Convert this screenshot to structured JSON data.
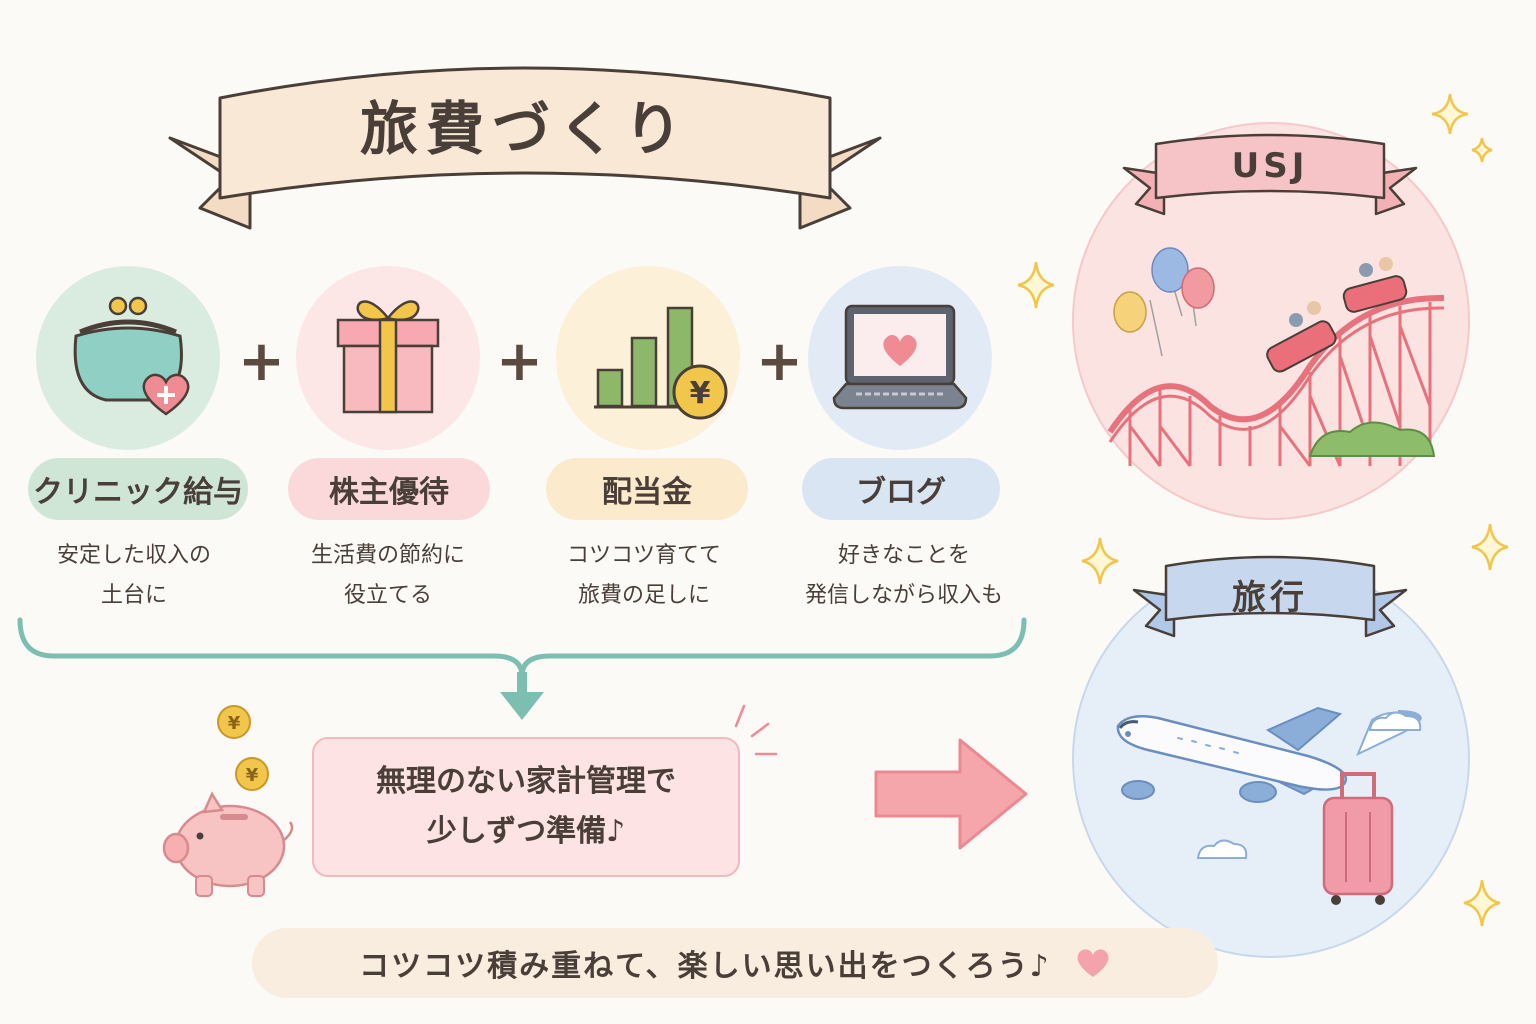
{
  "title": "旅費づくり",
  "sources": [
    {
      "label": "クリニック給与",
      "desc": [
        "安定した収入の",
        "土台に"
      ],
      "icon": "coin-purse-icon",
      "color": "#d9ecdf",
      "pill": "#cfe6d6"
    },
    {
      "label": "株主優待",
      "desc": [
        "生活費の節約に",
        "役立てる"
      ],
      "icon": "gift-box-icon",
      "color": "#fde6e6",
      "pill": "#fbd9da"
    },
    {
      "label": "配当金",
      "desc": [
        "コツコツ育てて",
        "旅費の足しに"
      ],
      "icon": "bar-chart-yen-icon",
      "color": "#fcf0d8",
      "pill": "#fbeacc"
    },
    {
      "label": "ブログ",
      "desc": [
        "好きなことを",
        "発信しながら収入も"
      ],
      "icon": "laptop-heart-icon",
      "color": "#e2ebf5",
      "pill": "#d9e5f2"
    }
  ],
  "plus_symbol": "+",
  "message": [
    "無理のない家計管理で",
    "少しずつ準備♪"
  ],
  "goals": [
    {
      "label": "USJ",
      "icon": "roller-coaster-icon"
    },
    {
      "label": "旅行",
      "icon": "airplane-icon"
    }
  ],
  "footer": "コツコツ積み重ねて、楽しい思い出をつくろう♪",
  "colors": {
    "green": "#7cbfb0",
    "pink": "#f08a93",
    "blue": "#8fb0d8",
    "yellow": "#f1c64a",
    "banner": "#f9e8d6",
    "usj_banner": "#f6c3c6",
    "travel_banner": "#c6d7ee"
  }
}
